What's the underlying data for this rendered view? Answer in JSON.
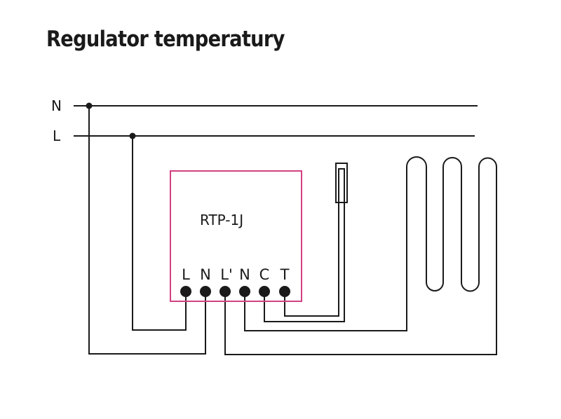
{
  "title": "Regulator temperatury",
  "colors": {
    "wire": "#1a1a1a",
    "device_border": "#d1407f",
    "background": "#ffffff"
  },
  "bus_lines": [
    {
      "id": "N",
      "label": "N"
    },
    {
      "id": "L",
      "label": "L"
    }
  ],
  "device": {
    "name": "RTP-1J",
    "terminals": [
      {
        "label": "L"
      },
      {
        "label": "N"
      },
      {
        "label": "L'"
      },
      {
        "label": "N"
      },
      {
        "label": "C"
      },
      {
        "label": "T"
      }
    ]
  },
  "components": [
    {
      "name": "temperature-sensor"
    },
    {
      "name": "heating-cable"
    }
  ],
  "connections": [
    {
      "from": "bus N",
      "to": "terminal N (2)"
    },
    {
      "from": "bus L",
      "to": "terminal L (1)"
    },
    {
      "from": "terminal L' (3)",
      "to": "heating-cable end"
    },
    {
      "from": "terminal N (4)",
      "to": "heating-cable start"
    },
    {
      "from": "terminal C (5)",
      "to": "temperature-sensor"
    },
    {
      "from": "terminal T (6)",
      "to": "temperature-sensor"
    }
  ]
}
